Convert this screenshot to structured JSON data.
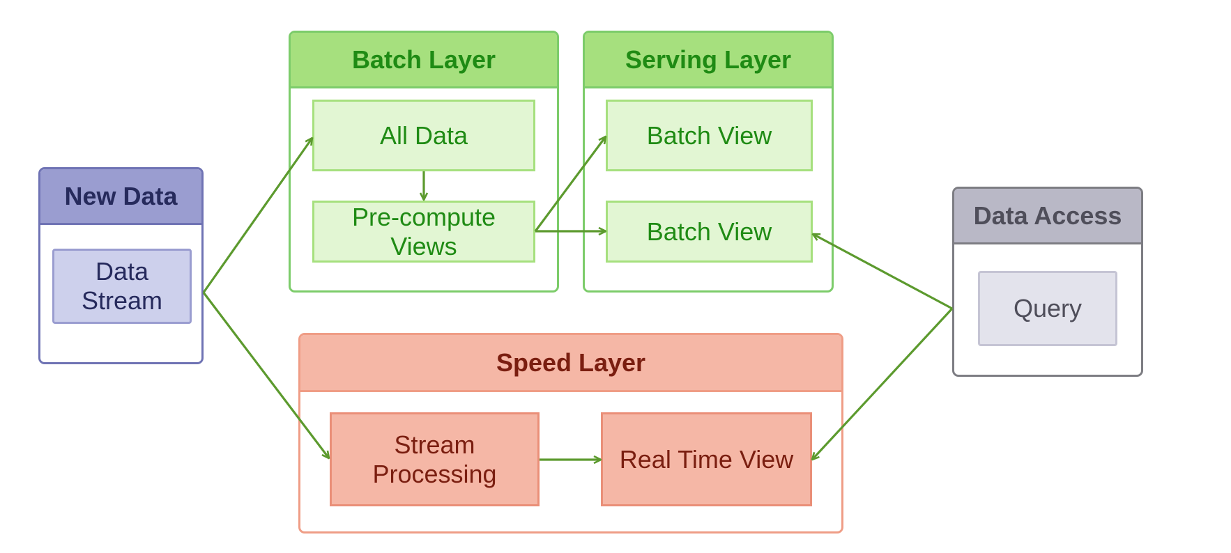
{
  "colors": {
    "arrow": "#5c9a2e",
    "green_text": "#1f8b14",
    "blue_text": "#262a5c",
    "gray_text": "#4f4e5a",
    "red_text": "#7a1e10"
  },
  "new_data": {
    "title": "New Data",
    "data_stream": "Data\nStream"
  },
  "batch_layer": {
    "title": "Batch Layer",
    "all_data": "All Data",
    "precompute": "Pre-compute\nViews"
  },
  "serving_layer": {
    "title": "Serving Layer",
    "batch_view_1": "Batch View",
    "batch_view_2": "Batch View"
  },
  "speed_layer": {
    "title": "Speed Layer",
    "stream_processing": "Stream\nProcessing",
    "real_time_view": "Real Time View"
  },
  "data_access": {
    "title": "Data Access",
    "query": "Query"
  }
}
